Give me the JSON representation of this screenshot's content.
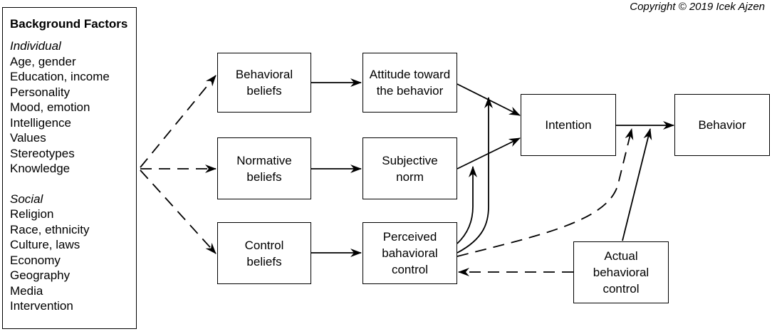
{
  "copyright": "Copyright © 2019 Icek Ajzen",
  "background": {
    "title": "Background Factors",
    "individual": {
      "heading": "Individual",
      "items": [
        "Age, gender",
        "Education, income",
        "Personality",
        "Mood, emotion",
        "Intelligence",
        "Values",
        "Stereotypes",
        "Knowledge"
      ]
    },
    "social": {
      "heading": "Social",
      "items": [
        "Religion",
        "Race, ethnicity",
        "Culture, laws",
        "Economy",
        "Geography",
        "Media",
        "Intervention"
      ]
    }
  },
  "nodes": {
    "behavioral_beliefs": "Behavioral\nbeliefs",
    "normative_beliefs": "Normative\nbeliefs",
    "control_beliefs": "Control\nbeliefs",
    "attitude": "Attitude toward\nthe behavior",
    "subjective_norm": "Subjective\nnorm",
    "perceived_control": "Perceived\nbahavioral\ncontrol",
    "intention": "Intention",
    "behavior": "Behavior",
    "actual_control": "Actual\nbehavioral\ncontrol"
  }
}
